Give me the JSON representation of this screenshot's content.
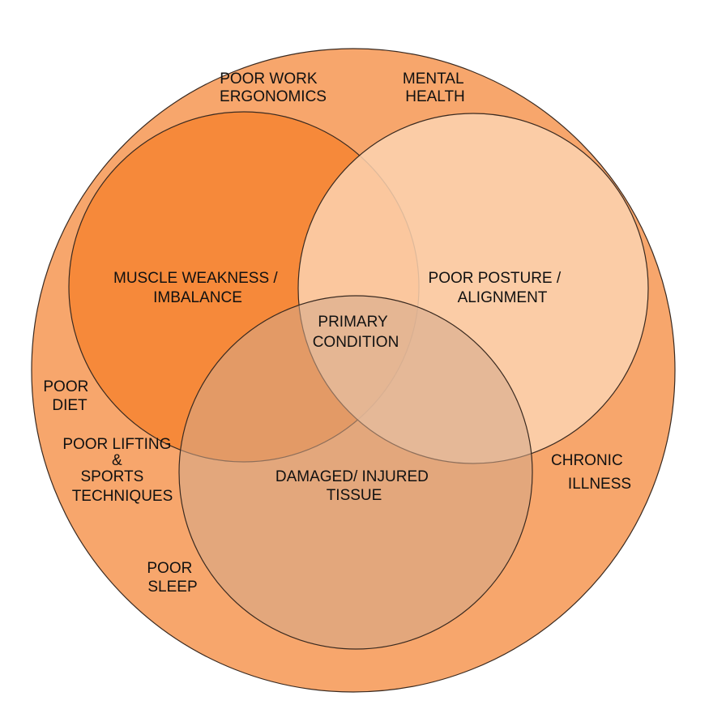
{
  "colors": {
    "outer": "#f7a66c",
    "muscle": "#f6893a",
    "posture": "#fbd2b0",
    "tissue": "#d3a78b",
    "stroke": "#3a2a20",
    "text": "#111111"
  },
  "labels": {
    "outer_circle": "",
    "poor_work_ergonomics": [
      "POOR WORK",
      "ERGONOMICS"
    ],
    "mental_health": [
      "MENTAL",
      "HEALTH"
    ],
    "poor_diet": [
      "POOR",
      "DIET"
    ],
    "poor_lifting": [
      "POOR LIFTING",
      "&",
      "SPORTS",
      "TECHNIQUES"
    ],
    "poor_sleep": [
      "POOR",
      "SLEEP"
    ],
    "chronic_illness": [
      "CHRONIC",
      "ILLNESS"
    ],
    "muscle_weakness": [
      "MUSCLE WEAKNESS /",
      "IMBALANCE"
    ],
    "poor_posture": [
      "POOR POSTURE /",
      "ALIGNMENT"
    ],
    "damaged_tissue": [
      "DAMAGED/ INJURED",
      "TISSUE"
    ],
    "primary_condition": [
      "PRIMARY",
      "CONDITION"
    ]
  }
}
